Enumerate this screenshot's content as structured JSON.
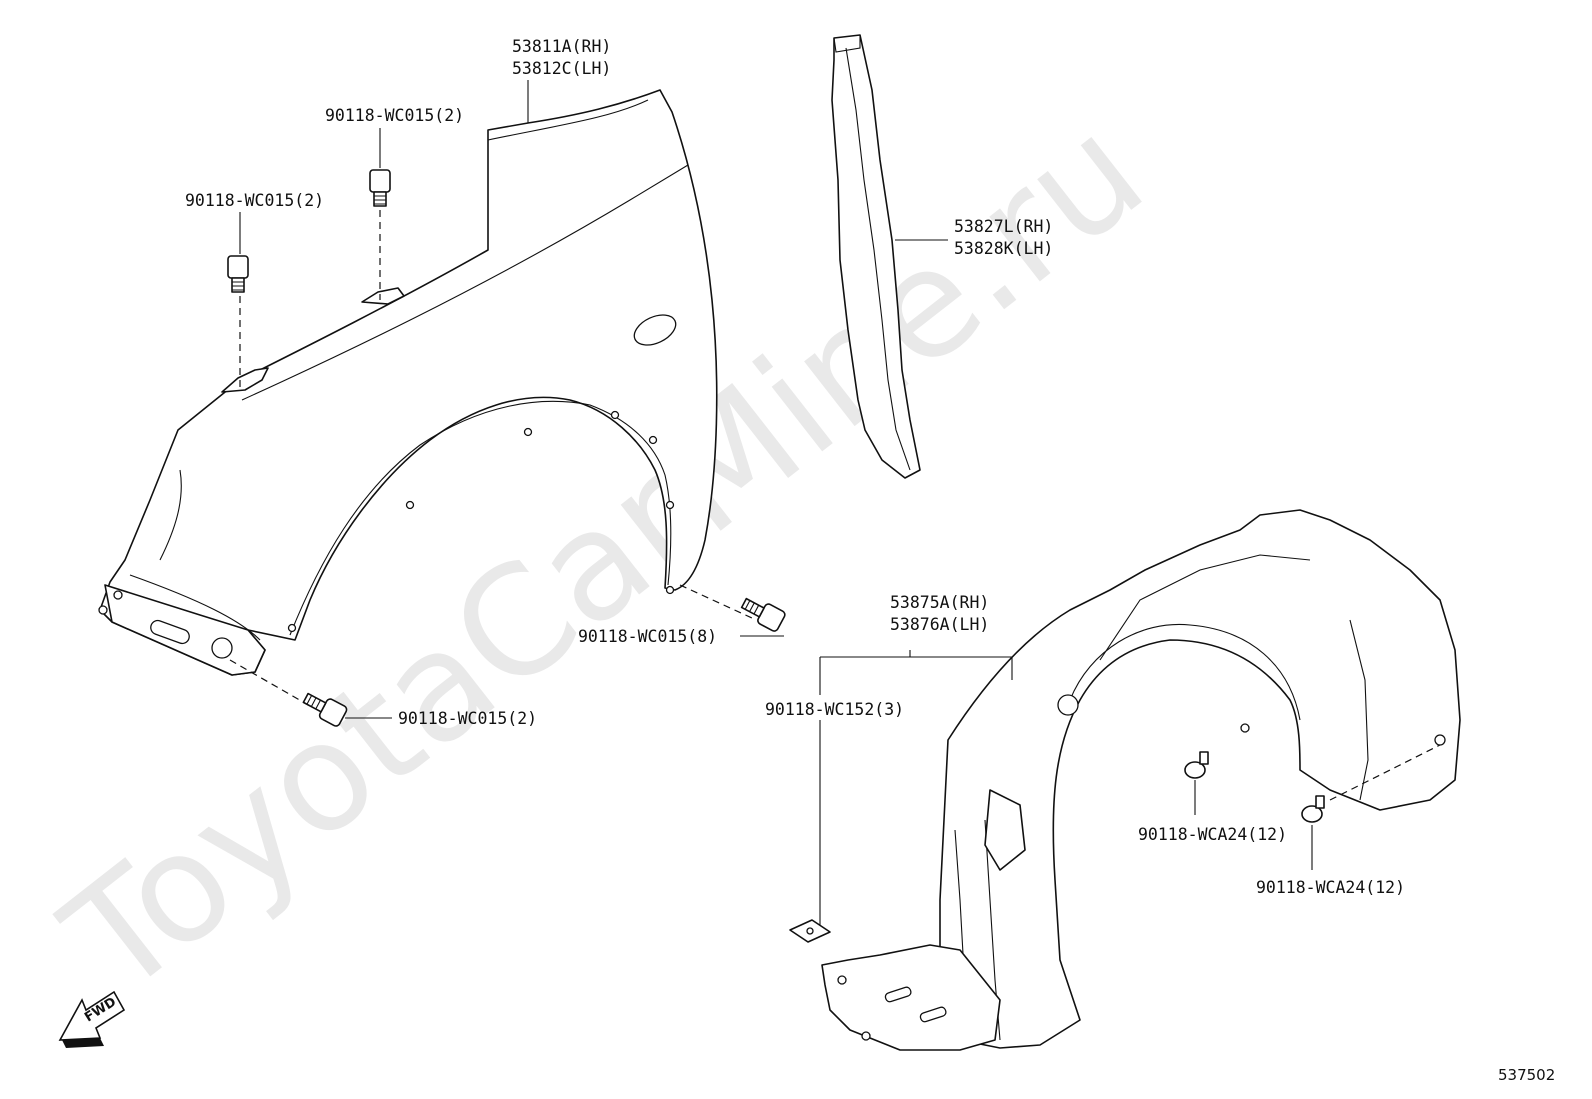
{
  "watermark": "ToyotaCarMine.ru",
  "fwd_label": "FWD",
  "ref_number": "537502",
  "labels": {
    "fender_rh": "53811A(RH)",
    "fender_lh": "53812C(LH)",
    "seal_rh": "53827L(RH)",
    "seal_lh": "53828K(LH)",
    "liner_rh": "53875A(RH)",
    "liner_lh": "53876A(LH)",
    "bolt_top_right": "90118-WC015(2)",
    "bolt_top_left": "90118-WC015(2)",
    "bolt_arch": "90118-WC015(8)",
    "bolt_front": "90118-WC015(2)",
    "clip_nut": "90118-WC152(3)",
    "clip_a": "90118-WCA24(12)",
    "clip_b": "90118-WCA24(12)"
  }
}
